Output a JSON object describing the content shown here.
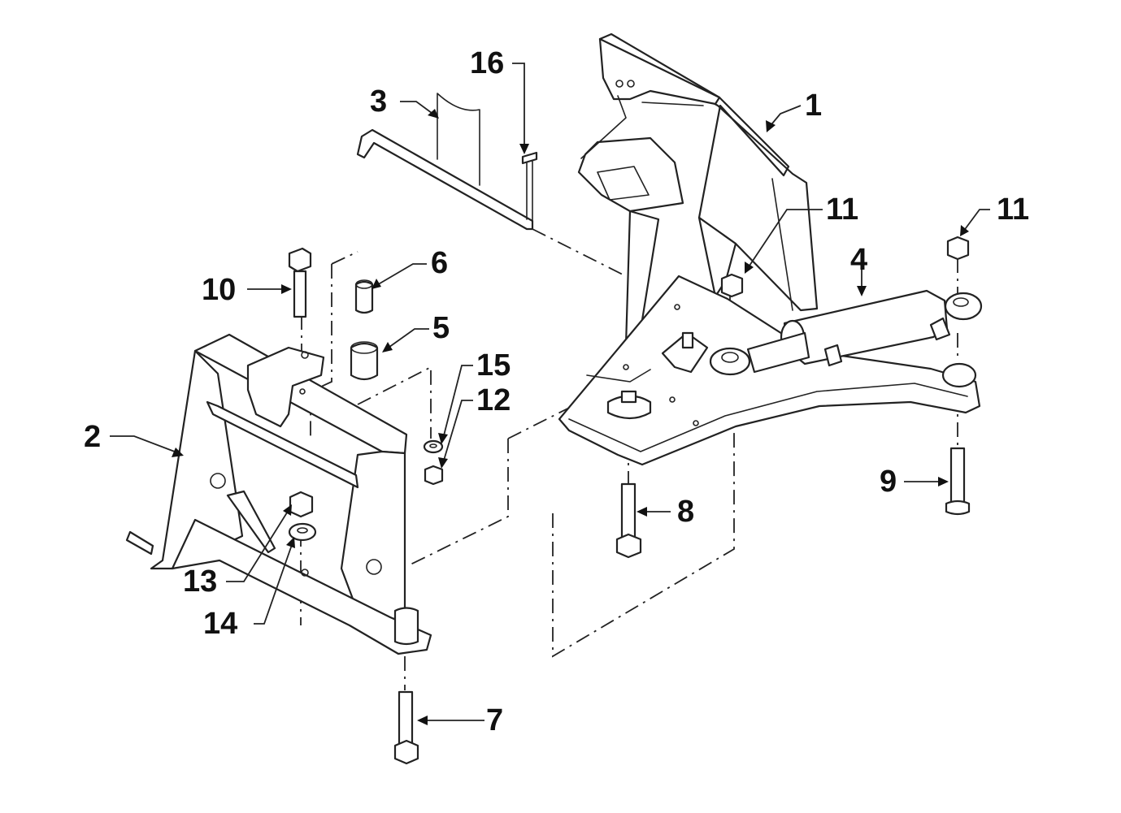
{
  "callouts": [
    {
      "id": "1",
      "label": "1"
    },
    {
      "id": "2",
      "label": "2"
    },
    {
      "id": "3",
      "label": "3"
    },
    {
      "id": "4",
      "label": "4"
    },
    {
      "id": "5",
      "label": "5"
    },
    {
      "id": "6",
      "label": "6"
    },
    {
      "id": "7",
      "label": "7"
    },
    {
      "id": "8",
      "label": "8"
    },
    {
      "id": "9",
      "label": "9"
    },
    {
      "id": "10",
      "label": "10"
    },
    {
      "id": "11a",
      "label": "11"
    },
    {
      "id": "11b",
      "label": "11"
    },
    {
      "id": "12",
      "label": "12"
    },
    {
      "id": "13",
      "label": "13"
    },
    {
      "id": "14",
      "label": "14"
    },
    {
      "id": "15",
      "label": "15"
    },
    {
      "id": "16",
      "label": "16"
    }
  ]
}
